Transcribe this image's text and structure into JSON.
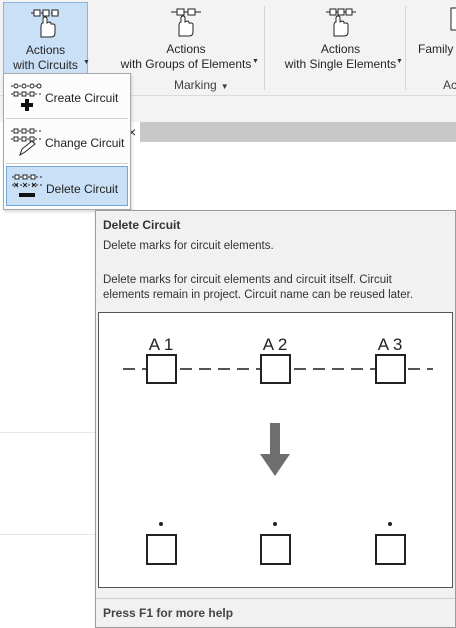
{
  "ribbon": {
    "buttons": [
      {
        "line1": "Actions",
        "line2": "with Circuits",
        "icon": "circuit-hand-icon"
      },
      {
        "line1": "Actions",
        "line2": "with Groups of Elements",
        "icon": "group-hand-icon"
      },
      {
        "line1": "Actions",
        "line2": "with Single Elements",
        "icon": "single-hand-icon"
      },
      {
        "line1": "Family",
        "icon": "family-icon"
      }
    ],
    "group_label": "Marking",
    "group_label_2": "Ac"
  },
  "menu": {
    "items": [
      {
        "label": "Create Circuit",
        "icon": "create-circuit-icon"
      },
      {
        "label": "Change Circuit",
        "icon": "change-circuit-icon"
      },
      {
        "label": "Delete Circuit",
        "icon": "delete-circuit-icon"
      }
    ],
    "selected": "Delete Circuit"
  },
  "tab": {
    "close": "×"
  },
  "tooltip": {
    "title": "Delete Circuit",
    "short": "Delete marks for circuit elements.",
    "long": "Delete marks for circuit elements and circuit itself. Circuit elements remain in project. Circuit name can be reused later.",
    "footer": "Press F1 for more help",
    "diagram": {
      "labels": [
        "A 1",
        "A 2",
        "A 3"
      ],
      "arrow_color": "#6e6e6e"
    }
  }
}
